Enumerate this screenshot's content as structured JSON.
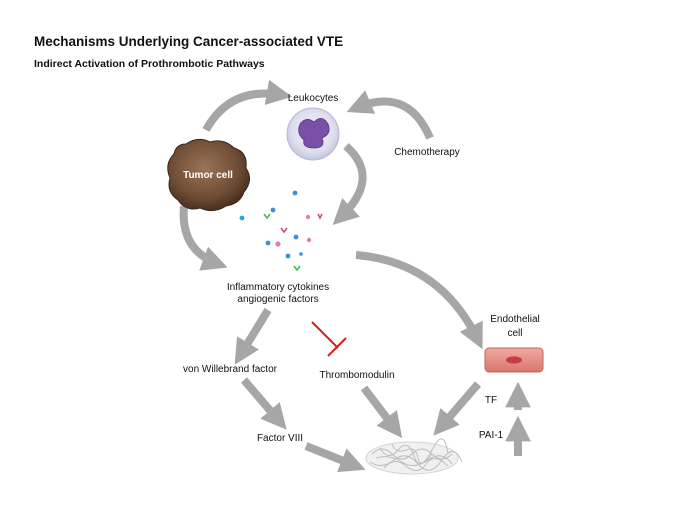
{
  "header": {
    "title": "Mechanisms Underlying Cancer-associated VTE",
    "subtitle": "Indirect Activation of Prothrombotic Pathways"
  },
  "nodes": {
    "leukocytes": "Leukocytes",
    "chemotherapy": "Chemotherapy",
    "tumor_cell": "Tumor cell",
    "cytokines_line1": "Inflammatory cytokines",
    "cytokines_line2": "angiogenic factors",
    "endothelial_line1": "Endothelial",
    "endothelial_line2": "cell",
    "vwf": "von Willebrand factor",
    "thrombomodulin": "Thrombomodulin",
    "tf": "TF",
    "pai1": "PAI-1",
    "factor_viii": "Factor VIII"
  },
  "colors": {
    "arrow": "#a6a6a6",
    "inhibition": "#d9221c",
    "tumor": "#6e4c34",
    "leukocyte_nucleus": "#7a4fa8",
    "endothelial": "#e08a82"
  }
}
